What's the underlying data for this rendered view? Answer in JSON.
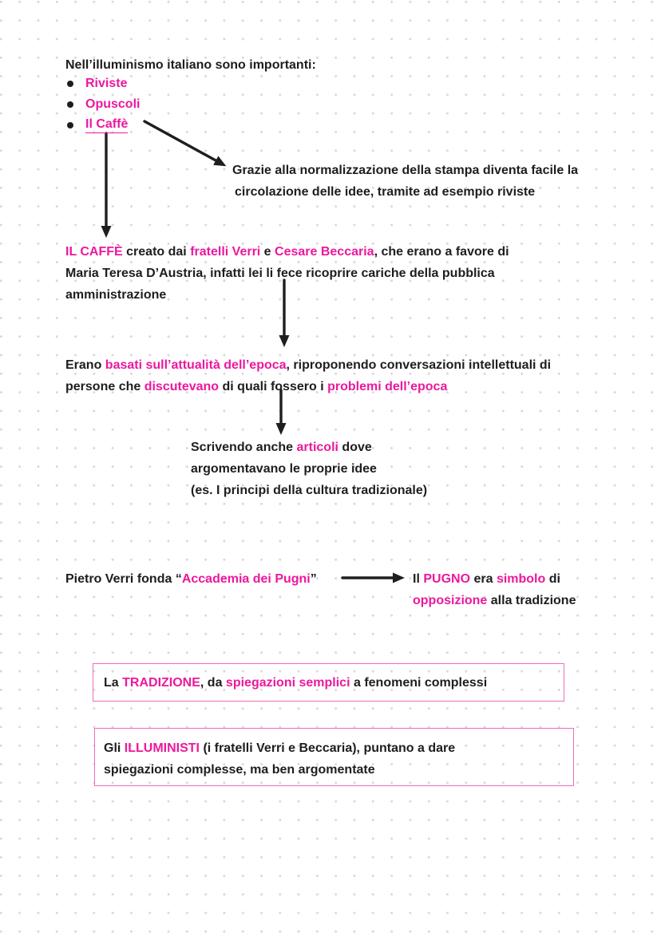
{
  "palette": {
    "ink": "#1e1e20",
    "pink": "#ec189e",
    "box_border": "#f06db8",
    "dot_grid": "#d8d8dc",
    "background": "#ffffff"
  },
  "intro": {
    "heading": "Nell’illuminismo italiano sono importanti:",
    "bullets": [
      "Riviste",
      "Opuscoli",
      "Il Caffè"
    ]
  },
  "grazie_note": {
    "lines": [
      "Grazie alla normalizzazione della stampa diventa facile la",
      "circolazione delle idee, tramite ad esempio riviste"
    ]
  },
  "caffe_para": {
    "line1": [
      {
        "t": "IL CAFFÈ",
        "c": "pink"
      },
      {
        "t": " creato dai ",
        "c": "ink"
      },
      {
        "t": "fratelli Verri",
        "c": "pink"
      },
      {
        "t": " e ",
        "c": "ink"
      },
      {
        "t": "Cesare Beccaria",
        "c": "pink"
      },
      {
        "t": ", che erano a favore di",
        "c": "ink"
      }
    ],
    "line2": "Maria Teresa D’Austria, infatti lei li fece ricoprire cariche della pubblica",
    "line3": "amministrazione"
  },
  "erano_para": {
    "line1": [
      {
        "t": "Erano ",
        "c": "ink"
      },
      {
        "t": "basati sull’attualità dell’epoca",
        "c": "pink"
      },
      {
        "t": ", riproponendo conversazioni intellettuali di",
        "c": "ink"
      }
    ],
    "line2": [
      {
        "t": "persone che ",
        "c": "ink"
      },
      {
        "t": "discutevano",
        "c": "pink"
      },
      {
        "t": " di quali fossero i ",
        "c": "ink"
      },
      {
        "t": "problemi dell’epoca",
        "c": "pink"
      }
    ]
  },
  "scrivendo_para": {
    "line1": [
      {
        "t": "Scrivendo anche ",
        "c": "ink"
      },
      {
        "t": "articoli",
        "c": "pink"
      },
      {
        "t": " dove",
        "c": "ink"
      }
    ],
    "line2": "argomentavano le proprie idee",
    "line3": "(es. I principi della cultura tradizionale)"
  },
  "pietro_line": [
    {
      "t": "Pietro Verri fonda “",
      "c": "ink"
    },
    {
      "t": "Accademia dei Pugni",
      "c": "pink"
    },
    {
      "t": "”",
      "c": "ink"
    }
  ],
  "pugno_note": {
    "line1": [
      {
        "t": "Il ",
        "c": "ink"
      },
      {
        "t": "PUGNO",
        "c": "pink"
      },
      {
        "t": " era ",
        "c": "ink"
      },
      {
        "t": "simbolo",
        "c": "pink"
      },
      {
        "t": " di",
        "c": "ink"
      }
    ],
    "line2": [
      {
        "t": "opposizione",
        "c": "pink"
      },
      {
        "t": " alla tradizione",
        "c": "ink"
      }
    ]
  },
  "tradizione_box": {
    "line": [
      {
        "t": "La ",
        "c": "ink"
      },
      {
        "t": "TRADIZIONE",
        "c": "pink"
      },
      {
        "t": ", da ",
        "c": "ink"
      },
      {
        "t": "spiegazioni semplici",
        "c": "pink"
      },
      {
        "t": " a fenomeni complessi",
        "c": "ink"
      }
    ]
  },
  "illuministi_box": {
    "line1": [
      {
        "t": "Gli ",
        "c": "ink"
      },
      {
        "t": "ILLUMINISTI",
        "c": "pink"
      },
      {
        "t": " (i fratelli Verri e Beccaria), puntano a dare",
        "c": "ink"
      }
    ],
    "line2": "spiegazioni complesse, ma ben argomentate"
  }
}
